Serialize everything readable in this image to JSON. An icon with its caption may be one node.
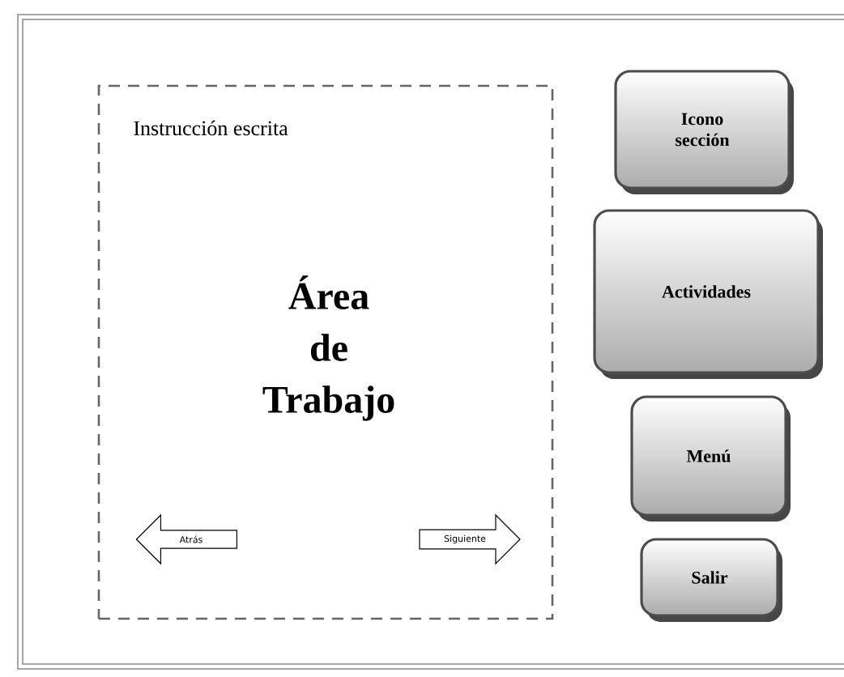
{
  "diagram": {
    "nodes": [
      {
        "text": [
          "Instrucción escrita",
          "Área de Trabajo"
        ]
      },
      {
        "text": [
          "Atrás"
        ],
        "in": 0
      },
      {
        "text": [
          "Siguiente"
        ],
        "in": 0
      },
      {
        "text": [
          "Icono sección"
        ]
      },
      {
        "text": [
          "Actividades"
        ]
      },
      {
        "text": [
          "Menú"
        ]
      },
      {
        "text": [
          "Salir"
        ]
      }
    ]
  }
}
